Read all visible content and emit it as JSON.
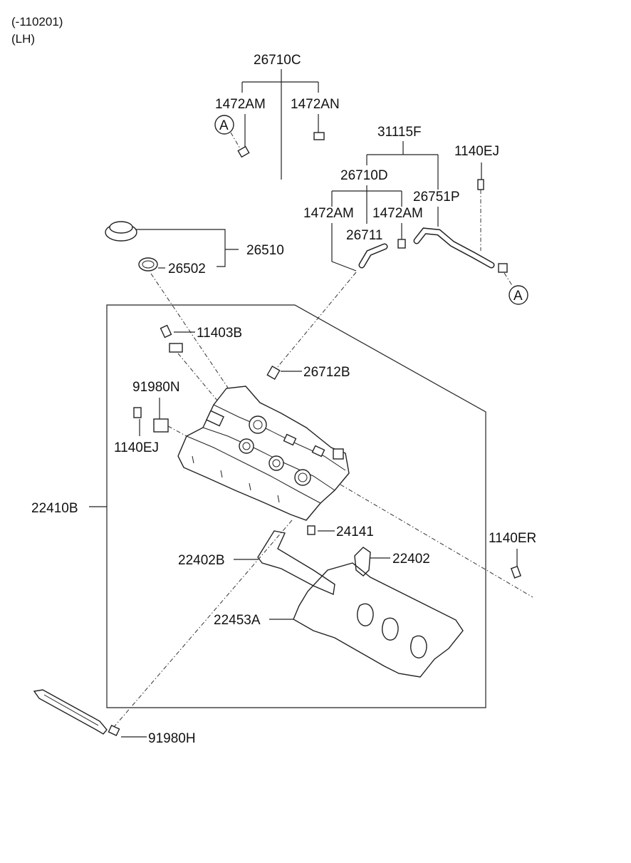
{
  "header": {
    "range": "(-110201)",
    "side": "(LH)"
  },
  "labels": {
    "p26710C": "26710C",
    "p1472AM_a": "1472AM",
    "p1472AN": "1472AN",
    "p31115F": "31115F",
    "p1140EJ_top": "1140EJ",
    "p26710D": "26710D",
    "p26751P": "26751P",
    "p1472AM_b": "1472AM",
    "p1472AM_c": "1472AM",
    "p26711": "26711",
    "p26510": "26510",
    "p26502": "26502",
    "p11403B": "11403B",
    "p26712B": "26712B",
    "p91980N": "91980N",
    "p1140EJ_left": "1140EJ",
    "p22410B": "22410B",
    "p24141": "24141",
    "p1140ER": "1140ER",
    "p22402B": "22402B",
    "p22402": "22402",
    "p22453A": "22453A",
    "p91980H": "91980H"
  },
  "callouts": {
    "connector_a1": "A",
    "connector_a2": "A"
  }
}
